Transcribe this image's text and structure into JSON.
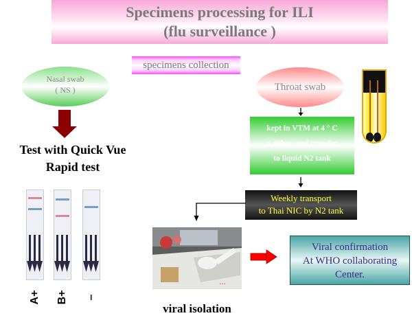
{
  "title": {
    "line1": "Specimens processing for ILI",
    "line2": "(flu surveillance )"
  },
  "collection_label": "specimens collection",
  "nasal": {
    "line1": "Nasal swab",
    "line2": "( NS )"
  },
  "throat": {
    "label": "Throat swab"
  },
  "test": {
    "line1": "Test with  Quick Vue",
    "line2": "Rapid test"
  },
  "strips": {
    "labels": [
      "A+",
      "B+",
      "–"
    ]
  },
  "vtm": {
    "line1": "kept in VTM at 4 ° C",
    "line2": "< 48hrs. and transfer",
    "line3": "to liquid N2 tank"
  },
  "transport": {
    "line1": "Weekly transport",
    "line2": "to Thai NIC by N2 tank"
  },
  "isolation": {
    "label": "viral isolation"
  },
  "confirmation": {
    "line1": "Viral confirmation",
    "line2": "At WHO collaborating",
    "line3": "Center."
  },
  "colors": {
    "title_bg": "#f7a8d8",
    "collection_bg": "#ff44ff",
    "nasal_bg": "#5acc5a",
    "throat_bg": "#ff8a8a",
    "vtm_bg": "#33cc33",
    "transport_bg": "#222222",
    "transport_text": "#ffff33",
    "confirm_bg": "#4aa5a5",
    "confirm_text": "#3a2a8a",
    "arrow_dark_red": "#8b0000",
    "arrow_red": "#ff0000"
  },
  "icons": [
    "down-arrow-icon",
    "right-arrow-icon",
    "elbow-arrow-icon",
    "swab-tube-icon"
  ]
}
